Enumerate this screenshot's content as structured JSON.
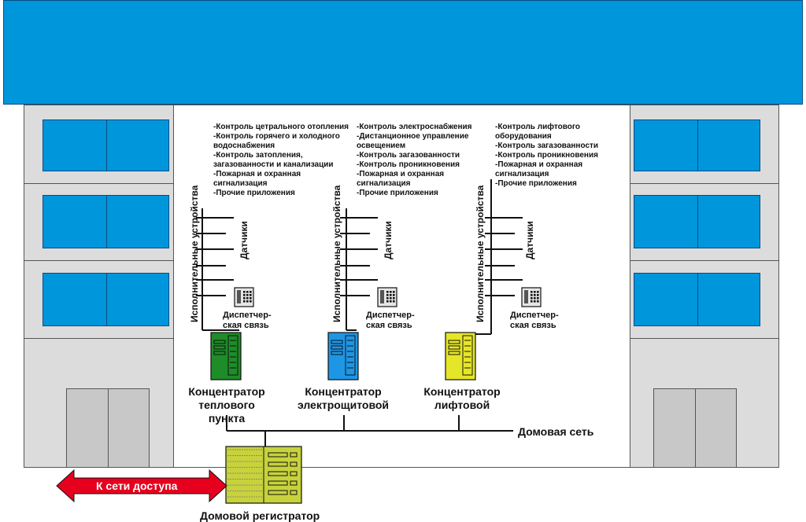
{
  "columns": [
    {
      "list": "-Контроль цетрального отопления\n-Контроль горячего и холодного\nводоснабжения\n-Контроль затопления,\nзагазованности и канализации\n-Пожарная и охранная\nсигнализация\n-Прочие приложения",
      "actuators": "Исполнительные устройства",
      "sensors": "Датчики",
      "dispatch": "Диспетчер-\nская связь",
      "concentrator": "Концентратор\nтеплового\nпункта",
      "color": "#1e8c28"
    },
    {
      "list": "-Контроль электроснабжения\n-Дистанционное управление\nосвещением\n-Контроль загазованности\n-Контроль проникновения\n-Пожарная и охранная\nсигнализация\n-Прочие приложения",
      "actuators": "Исполнительные устройства",
      "sensors": "Датчики",
      "dispatch": "Диспетчер-\nская связь",
      "concentrator": "Концентратор\nэлектрощитовой",
      "color": "#1e96e6"
    },
    {
      "list": "-Контроль лифтового\nоборудования\n-Контроль загазованности\n-Контроль проникновения\n-Пожарная и охранная\nсигнализация\n-Прочие приложения",
      "actuators": "Исполнительные устройства",
      "sensors": "Датчики",
      "dispatch": "Диспетчер-\nская связь",
      "concentrator": "Концентратор\nлифтовой",
      "color": "#e6e628"
    }
  ],
  "network": "Домовая сеть",
  "registrar": {
    "label": "Домовой регистратор",
    "color": "#c8d23c"
  },
  "access_arrow": {
    "label": "К сети доступа",
    "color": "#e6001e"
  },
  "building": {
    "roof_color": "#0096dc",
    "window_color": "#0096dc",
    "wall_color": "#dcdcdc"
  }
}
